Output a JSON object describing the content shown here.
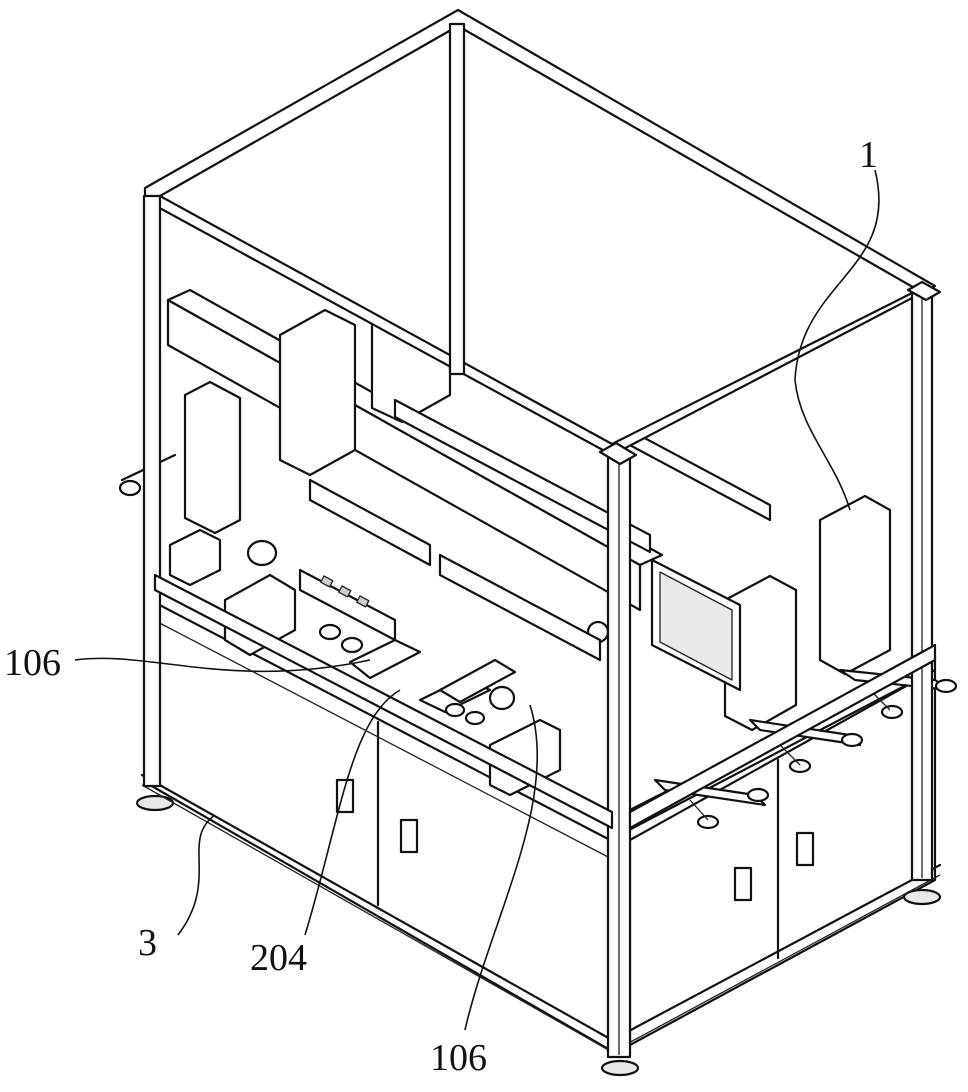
{
  "callouts": [
    {
      "id": "1",
      "text": "1"
    },
    {
      "id": "106a",
      "text": "106"
    },
    {
      "id": "204",
      "text": "204"
    },
    {
      "id": "3",
      "text": "3"
    },
    {
      "id": "106b",
      "text": "106"
    }
  ]
}
